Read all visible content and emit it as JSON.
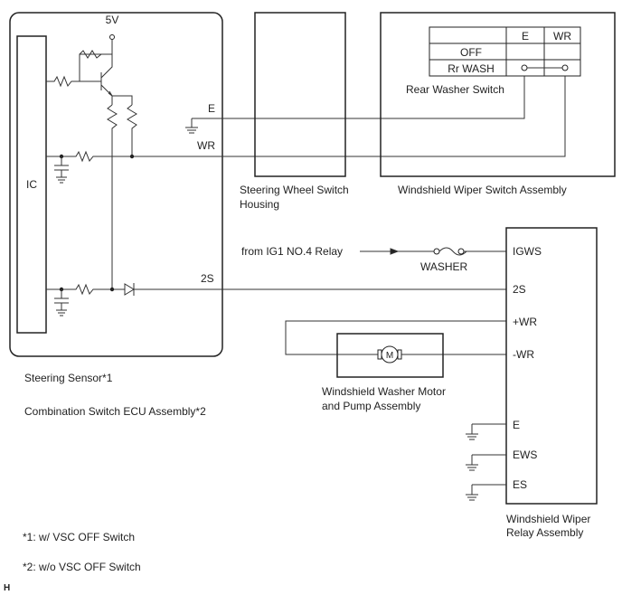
{
  "supply": {
    "voltage": "5V"
  },
  "ic": {
    "label": "IC"
  },
  "sensor_box": {
    "label_sensor": "Steering Sensor*1",
    "label_ecu": "Combination Switch ECU Assembly*2",
    "pins": {
      "e": "E",
      "wr": "WR",
      "s2": "2S"
    }
  },
  "steering_housing": {
    "line1": "Steering Wheel Switch",
    "line2": "Housing"
  },
  "wiper_switch": {
    "assembly_label": "Windshield Wiper Switch Assembly",
    "switch_label": "Rear Washer Switch",
    "table": {
      "col_e": "E",
      "col_wr": "WR",
      "row_off": "OFF",
      "row_wash": "Rr WASH"
    }
  },
  "power": {
    "source": "from IG1 NO.4 Relay",
    "fuse": "WASHER"
  },
  "relay": {
    "line1": "Windshield Wiper",
    "line2": "Relay Assembly",
    "pins": {
      "igws": "IGWS",
      "s2": "2S",
      "pwr": "+WR",
      "nwr": "-WR",
      "e": "E",
      "ews": "EWS",
      "es": "ES"
    }
  },
  "motor": {
    "symbol": "M",
    "line1": "Windshield Washer Motor",
    "line2": "and Pump Assembly"
  },
  "footnotes": {
    "n1": "*1: w/ VSC OFF Switch",
    "n2": "*2: w/o VSC OFF Switch",
    "corner": "H"
  }
}
